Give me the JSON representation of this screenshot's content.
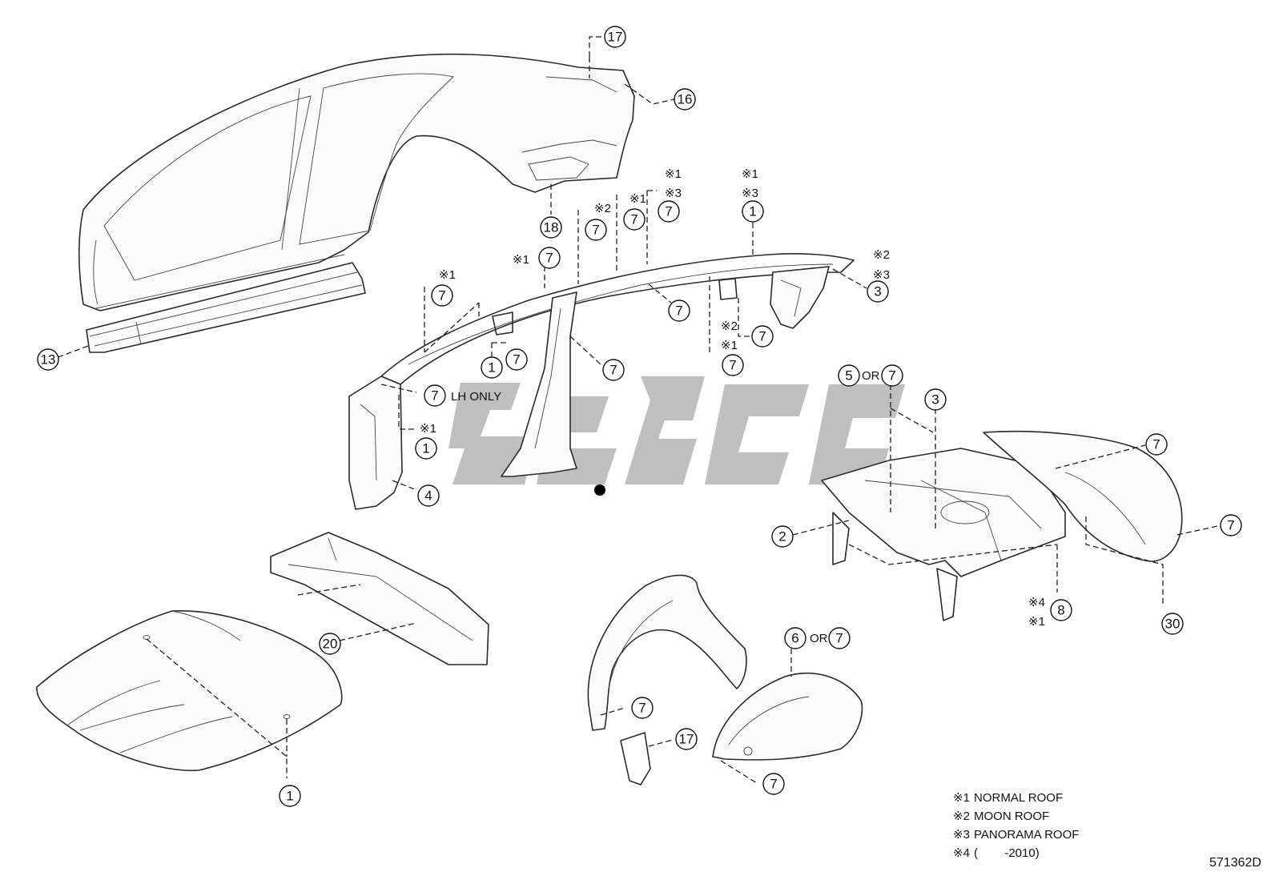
{
  "diagram": {
    "figure_code": "571362D",
    "legend": [
      {
        "mark": "※1",
        "text": "NORMAL ROOF"
      },
      {
        "mark": "※2",
        "text": "MOON ROOF"
      },
      {
        "mark": "※3",
        "text": "PANORAMA ROOF"
      },
      {
        "mark": "※4",
        "text": "(        -2010)"
      }
    ],
    "callouts": [
      {
        "id": "c17a",
        "num": "17"
      },
      {
        "id": "c16",
        "num": "16"
      },
      {
        "id": "c18",
        "num": "18"
      },
      {
        "id": "c13",
        "num": "13"
      },
      {
        "id": "c7a",
        "num": "7"
      },
      {
        "id": "c7b",
        "num": "7"
      },
      {
        "id": "c7c",
        "num": "7"
      },
      {
        "id": "c7d",
        "num": "7"
      },
      {
        "id": "c7e",
        "num": "7"
      },
      {
        "id": "c1a",
        "num": "1"
      },
      {
        "id": "c3a",
        "num": "3"
      },
      {
        "id": "c7f",
        "num": "7"
      },
      {
        "id": "c7g",
        "num": "7"
      },
      {
        "id": "c7h",
        "num": "7"
      },
      {
        "id": "c1b",
        "num": "1"
      },
      {
        "id": "c7i",
        "num": "7"
      },
      {
        "id": "c7j",
        "num": "7"
      },
      {
        "id": "c7k",
        "num": "7"
      },
      {
        "id": "c1c",
        "num": "1"
      },
      {
        "id": "c4",
        "num": "4"
      },
      {
        "id": "c5",
        "num": "5"
      },
      {
        "id": "c7l",
        "num": "7"
      },
      {
        "id": "c3b",
        "num": "3"
      },
      {
        "id": "c7m",
        "num": "7"
      },
      {
        "id": "c2",
        "num": "2"
      },
      {
        "id": "c7n",
        "num": "7"
      },
      {
        "id": "c8",
        "num": "8"
      },
      {
        "id": "c30",
        "num": "30"
      },
      {
        "id": "c20",
        "num": "20"
      },
      {
        "id": "c6",
        "num": "6"
      },
      {
        "id": "c7o",
        "num": "7"
      },
      {
        "id": "c7p",
        "num": "7"
      },
      {
        "id": "c17b",
        "num": "17"
      },
      {
        "id": "c7q",
        "num": "7"
      },
      {
        "id": "c1d",
        "num": "1"
      }
    ],
    "notes": [
      {
        "id": "n1",
        "text": "※1"
      },
      {
        "id": "n2",
        "text": "※3"
      },
      {
        "id": "n3",
        "text": "※1"
      },
      {
        "id": "n4",
        "text": "※3"
      },
      {
        "id": "n5",
        "text": "※1"
      },
      {
        "id": "n6",
        "text": "※2"
      },
      {
        "id": "n7",
        "text": "※2"
      },
      {
        "id": "n8",
        "text": "※3"
      },
      {
        "id": "n9",
        "text": "※1"
      },
      {
        "id": "n10",
        "text": "※1"
      },
      {
        "id": "n11",
        "text": "※2"
      },
      {
        "id": "n12",
        "text": "※1"
      },
      {
        "id": "n13",
        "text": "※1"
      },
      {
        "id": "n14",
        "text": "※4"
      },
      {
        "id": "n15",
        "text": "※1"
      },
      {
        "id": "lh",
        "text": "LH ONLY"
      },
      {
        "id": "or1",
        "text": "OR"
      },
      {
        "id": "or2",
        "text": "OR"
      }
    ]
  }
}
